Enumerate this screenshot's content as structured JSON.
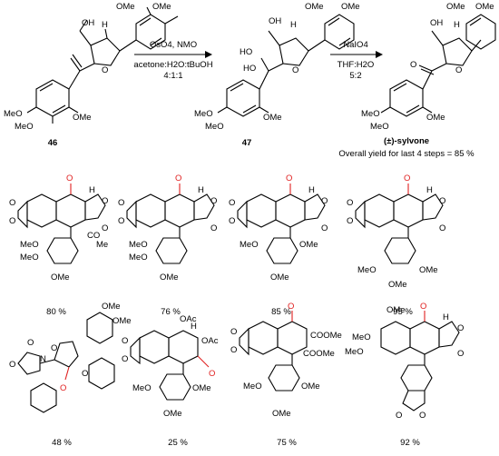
{
  "scheme": {
    "compounds": {
      "c46": "46",
      "c47": "47",
      "sylvone": "(±)-sylvone"
    },
    "arrow1": {
      "reagents": "OsO4, NMO",
      "solvent": "acetone:H2O:tBuOH",
      "ratio": "4:1:1"
    },
    "arrow2": {
      "reagents": "NaIO4",
      "solvent": "THF:H2O",
      "ratio": "5:2"
    },
    "overall_yield": "Overall yield for last 4 steps = 85 %"
  },
  "atom_labels": {
    "oh": "OH",
    "ho": "HO",
    "o": "O",
    "ome": "OMe",
    "meo": "MeO",
    "h": "H",
    "oac": "OAc",
    "cooMe": "COOMe",
    "co": "CO",
    "me": "Me",
    "n": "N"
  },
  "yields": {
    "r1c1": "80 %",
    "r1c2": "76 %",
    "r1c3": "85 %",
    "r1c4": "95 %",
    "r2c1": "48 %",
    "r2c2": "25 %",
    "r2c3": "75 %",
    "r2c4": "92 %"
  },
  "colors": {
    "highlight": "#e02020",
    "ink": "#000000",
    "background": "#ffffff"
  }
}
